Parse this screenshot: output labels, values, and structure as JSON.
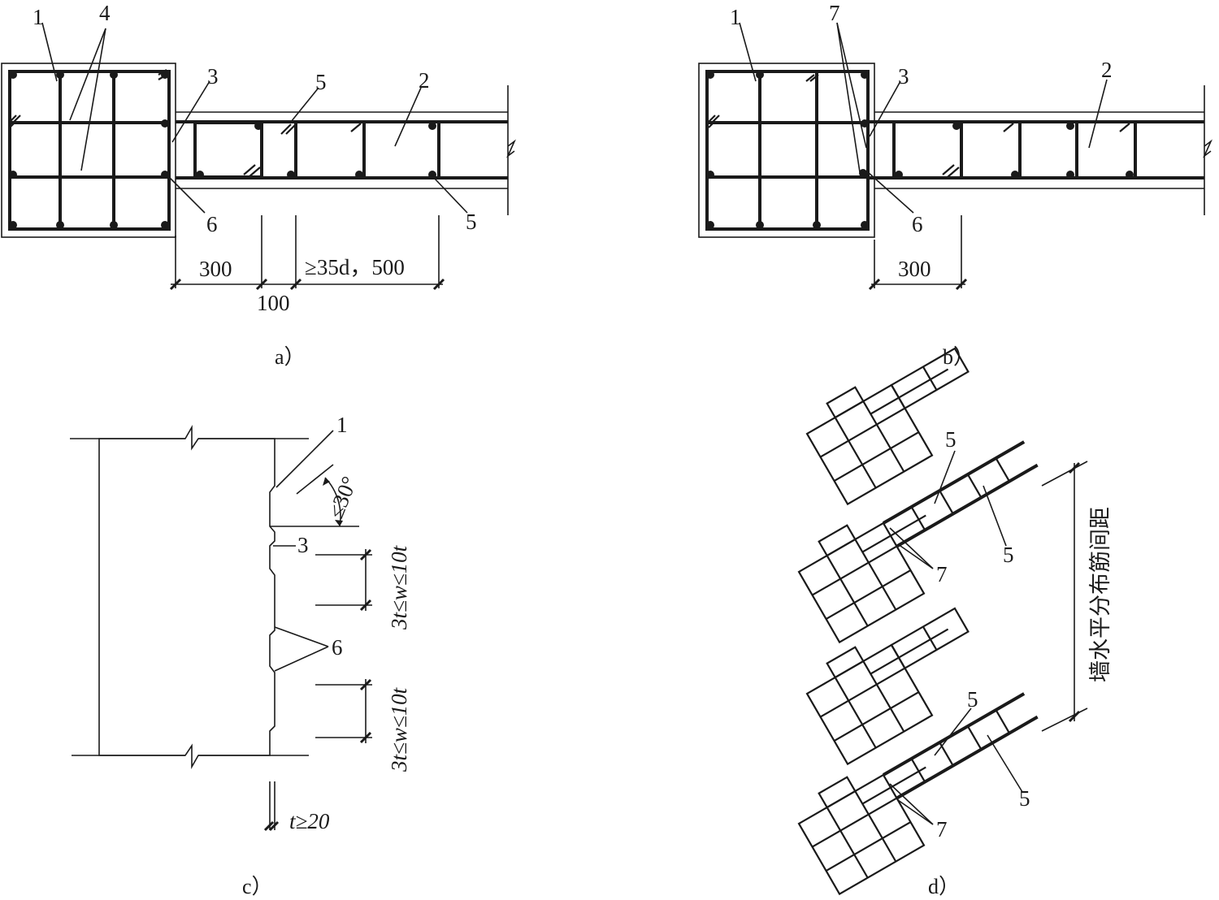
{
  "panel_a": {
    "caption": "a）",
    "labels": [
      "1",
      "4",
      "3",
      "5",
      "2",
      "6",
      "5"
    ],
    "dims": [
      "300",
      "100",
      "≥35d，500"
    ]
  },
  "panel_b": {
    "caption": "b）",
    "labels": [
      "1",
      "7",
      "3",
      "2",
      "6"
    ],
    "dims": [
      "300"
    ]
  },
  "panel_c": {
    "caption": "c）",
    "labels": [
      "1",
      "3",
      "6"
    ],
    "angle": "≤30°",
    "dims": [
      "3t≤w≤10t",
      "3t≤w≤10t"
    ],
    "thickness": "t≥20"
  },
  "panel_d": {
    "caption": "d）",
    "labels": [
      "5",
      "7",
      "5",
      "5",
      "7",
      "5"
    ],
    "spacing_label": "墙水平分布筋间距"
  }
}
